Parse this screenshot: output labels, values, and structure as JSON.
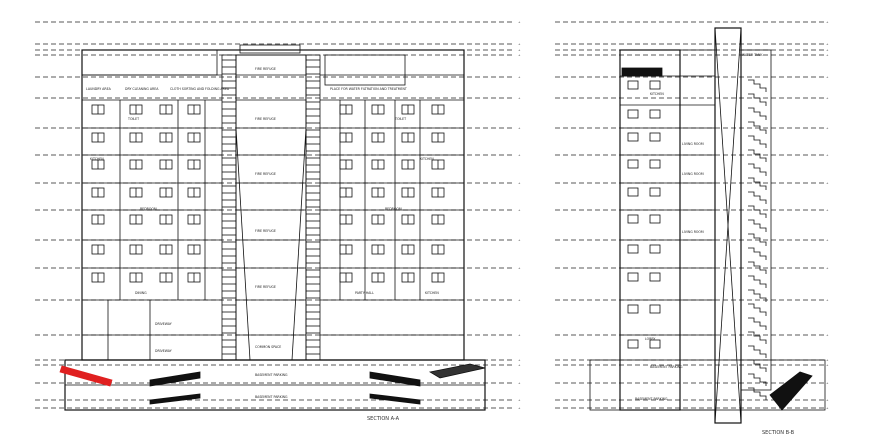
{
  "captions": {
    "section_aa": "SECTION A-A",
    "section_bb": "SECTION B-B"
  },
  "section_aa": {
    "top_labels": [
      "LAUNDRY AREA",
      "DRY CLEANING AREA",
      "CLOTH SORTING AND FOLDING AREA",
      "PLACE FOR WATER FILTRATION AND TREATMENT"
    ],
    "fire_refuge": "FIRE REFUGE",
    "kitchen": "KITCHEN",
    "bedroom": "BEDROOM",
    "toilet": "TOILET",
    "dining": "DINING",
    "party_hall": "PARTY HALL",
    "driveway": "DRIVEWAY",
    "common_space": "COMMON SPACE",
    "basement_parking": "BASEMENT PARKING"
  },
  "section_bb": {
    "water_tank": "WATER TANK",
    "living_room": "LIVING ROOM",
    "kitchen": "KITCHEN",
    "basement_parking": "BASEMENT PARKING",
    "lobby": "LOBBY"
  },
  "colors": {
    "line": "#111111",
    "accent_red": "#e02020"
  }
}
